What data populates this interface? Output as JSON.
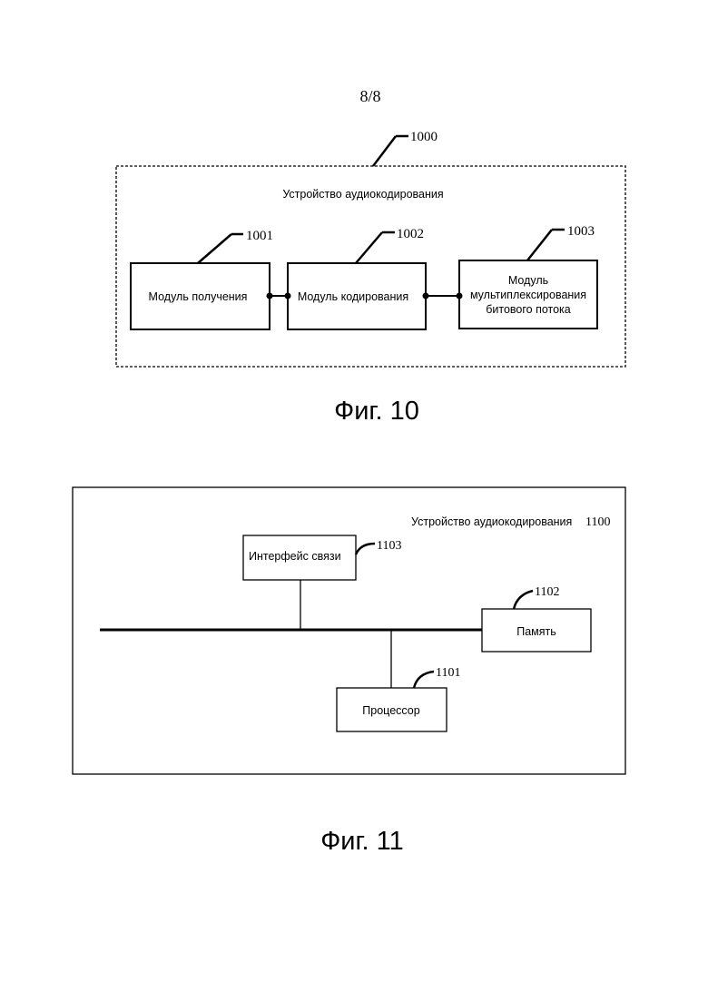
{
  "page_number": "8/8",
  "fig10": {
    "ref": "1000",
    "container_label": "Устройство аудиокодирования",
    "caption": "Фиг. 10",
    "modules": [
      {
        "ref": "1001",
        "lines": [
          "Модуль получения"
        ]
      },
      {
        "ref": "1002",
        "lines": [
          "Модуль кодирования"
        ]
      },
      {
        "ref": "1003",
        "lines": [
          "Модуль",
          "мультиплексирования",
          "битового потока"
        ]
      }
    ]
  },
  "fig11": {
    "container_label": "Устройство аудиокодирования",
    "container_ref": "1100",
    "caption": "Фиг. 11",
    "comm_interface": {
      "label": "Интерфейс связи",
      "ref": "1103"
    },
    "memory": {
      "label": "Память",
      "ref": "1102"
    },
    "processor": {
      "label": "Процессор",
      "ref": "1101"
    }
  }
}
